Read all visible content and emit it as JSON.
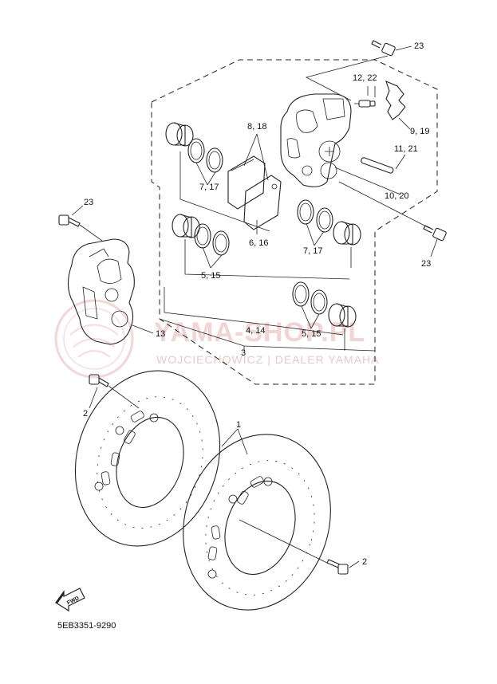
{
  "watermark": {
    "title": "YAMA-SHOP.PL",
    "subtitle": "WOJCIECHOWICZ | DEALER YAMAHA"
  },
  "callouts": {
    "p1": "1",
    "p2a": "2",
    "p2b": "2",
    "p3": "3",
    "p4_14": "4, 14",
    "p5_15a": "5, 15",
    "p5_15b": "5, 15",
    "p6_16": "6, 16",
    "p7_17a": "7, 17",
    "p7_17b": "7, 17",
    "p8_18": "8, 18",
    "p9_19": "9, 19",
    "p10_20": "10, 20",
    "p11_21": "11, 21",
    "p12_22": "12, 22",
    "p13": "13",
    "p23a": "23",
    "p23b": "23",
    "p23c": "23"
  },
  "fwd_label": "FWD",
  "diagram_code": "5EB3351-9290",
  "colors": {
    "line": "#222222",
    "watermark": "#e8b0b0",
    "background": "#ffffff"
  }
}
